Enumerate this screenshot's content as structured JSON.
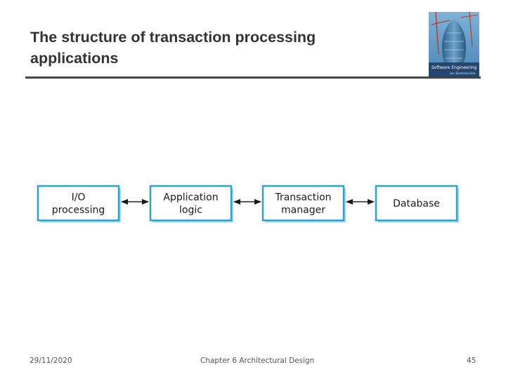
{
  "slide": {
    "title_line1": "The structure of transaction processing",
    "title_line2": "applications"
  },
  "cover": {
    "title": "Software Engineering",
    "subtitle": "Ian Sommerville"
  },
  "diagram": {
    "boxes": [
      {
        "id": "io",
        "lines": [
          "I/O",
          "processing"
        ]
      },
      {
        "id": "app",
        "lines": [
          "Application",
          "logic"
        ]
      },
      {
        "id": "tm",
        "lines": [
          "Transaction",
          "manager"
        ]
      },
      {
        "id": "db",
        "lines": [
          "Database"
        ]
      }
    ],
    "connectors": [
      "io-app",
      "app-tm",
      "tm-db"
    ],
    "colors": {
      "box_border": "#29a3d6",
      "box_shadow": "#a9d8ee",
      "arrow": "#1a1a1a"
    }
  },
  "footer": {
    "date": "29/11/2020",
    "chapter": "Chapter 6 Architectural Design",
    "page": "45"
  }
}
